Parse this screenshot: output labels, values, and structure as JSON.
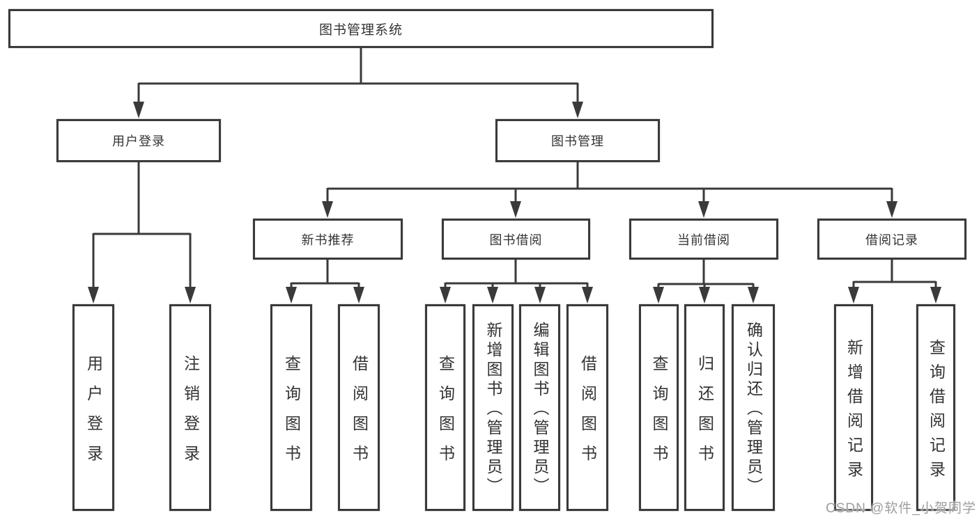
{
  "diagram": {
    "root": {
      "label": "图书管理系统"
    },
    "branches": {
      "user_login": {
        "label": "用户登录",
        "children": [
          {
            "label": "用户登录"
          },
          {
            "label": "注销登录"
          }
        ]
      },
      "book_mgmt": {
        "label": "图书管理",
        "children": [
          {
            "label": "新书推荐",
            "children": [
              {
                "label": "查询图书"
              },
              {
                "label": "借阅图书"
              }
            ]
          },
          {
            "label": "图书借阅",
            "children": [
              {
                "label": "查询图书"
              },
              {
                "label": "新增图书（管理员）"
              },
              {
                "label": "编辑图书（管理员）"
              },
              {
                "label": "借阅图书"
              }
            ]
          },
          {
            "label": "当前借阅",
            "children": [
              {
                "label": "查询图书"
              },
              {
                "label": "归还图书"
              },
              {
                "label": "确认归还（管理员）"
              }
            ]
          },
          {
            "label": "借阅记录",
            "children": [
              {
                "label": "新增借阅记录"
              },
              {
                "label": "查询借阅记录"
              }
            ]
          }
        ]
      }
    }
  },
  "watermark": {
    "text": "CSDN @软件_小贺同学"
  },
  "colors": {
    "line": "#3a3a3a",
    "box_border": "#3a3a3a",
    "text": "#333333",
    "watermark": "#9e9e9e",
    "background": "#ffffff"
  }
}
